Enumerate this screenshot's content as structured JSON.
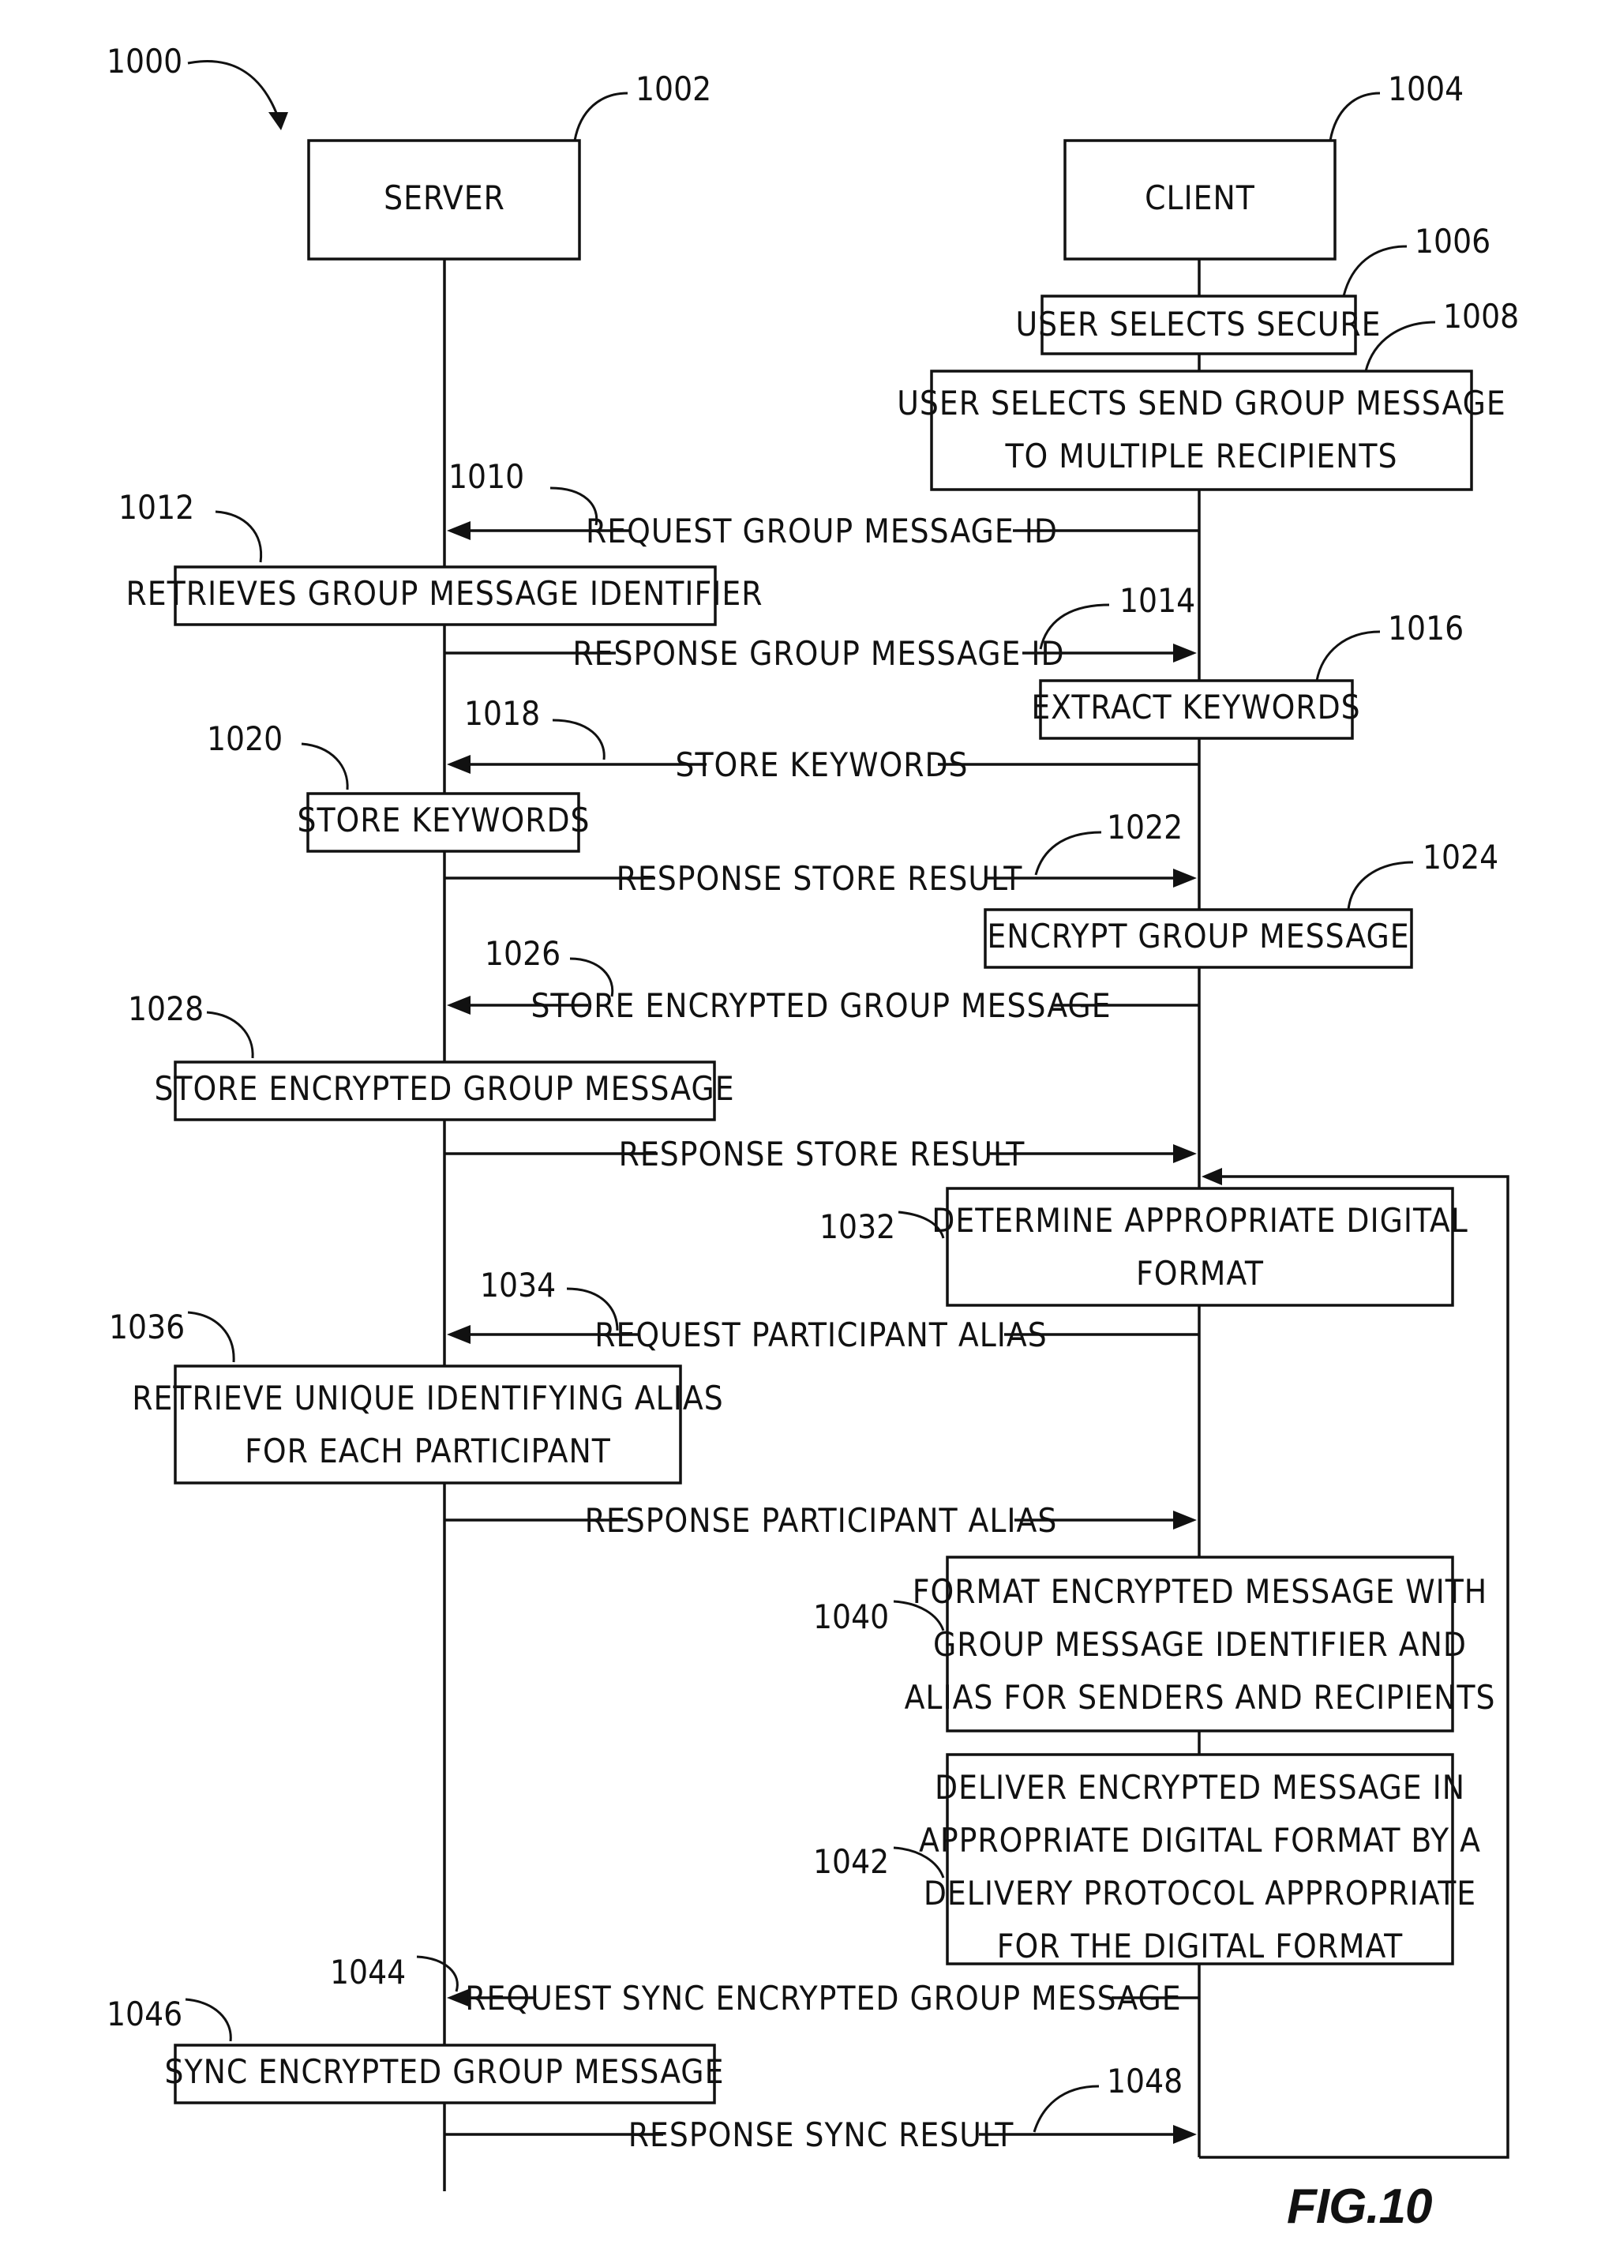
{
  "figure": {
    "number_ref": "1000",
    "caption": "FIG.10"
  },
  "lifelines": {
    "server": {
      "label": "SERVER",
      "ref": "1002"
    },
    "client": {
      "label": "CLIENT",
      "ref": "1004"
    }
  },
  "client_steps": [
    {
      "ref": "1006",
      "lines": [
        "USER SELECTS SECURE"
      ]
    },
    {
      "ref": "1008",
      "lines": [
        "USER SELECTS SEND GROUP MESSAGE",
        "TO MULTIPLE RECIPIENTS"
      ]
    },
    {
      "ref": "1016",
      "lines": [
        "EXTRACT KEYWORDS"
      ]
    },
    {
      "ref": "1024",
      "lines": [
        "ENCRYPT GROUP MESSAGE"
      ]
    },
    {
      "ref": "1032",
      "lines": [
        "DETERMINE APPROPRIATE DIGITAL",
        "FORMAT"
      ]
    },
    {
      "ref": "1040",
      "lines": [
        "FORMAT ENCRYPTED MESSAGE WITH",
        "GROUP MESSAGE IDENTIFIER AND",
        "ALIAS FOR SENDERS AND RECIPIENTS"
      ]
    },
    {
      "ref": "1042",
      "lines": [
        "DELIVER ENCRYPTED MESSAGE IN",
        "APPROPRIATE DIGITAL FORMAT BY A",
        "DELIVERY PROTOCOL APPROPRIATE",
        "FOR THE DIGITAL FORMAT"
      ]
    }
  ],
  "server_steps": [
    {
      "ref": "1012",
      "lines": [
        "RETRIEVES GROUP MESSAGE IDENTIFIER"
      ]
    },
    {
      "ref": "1020",
      "lines": [
        "STORE KEYWORDS"
      ]
    },
    {
      "ref": "1028",
      "lines": [
        "STORE ENCRYPTED GROUP MESSAGE"
      ]
    },
    {
      "ref": "1036",
      "lines": [
        "RETRIEVE UNIQUE IDENTIFYING ALIAS",
        "FOR EACH PARTICIPANT"
      ]
    },
    {
      "ref": "1046",
      "lines": [
        "SYNC ENCRYPTED GROUP MESSAGE"
      ]
    }
  ],
  "messages": [
    {
      "ref": "1010",
      "label": "REQUEST GROUP MESSAGE ID",
      "direction": "client-to-server"
    },
    {
      "ref": "1014",
      "label": "RESPONSE GROUP MESSAGE ID",
      "direction": "server-to-client"
    },
    {
      "ref": "1018",
      "label": "STORE KEYWORDS",
      "direction": "client-to-server"
    },
    {
      "ref": "1022",
      "label": "RESPONSE STORE RESULT",
      "direction": "server-to-client"
    },
    {
      "ref": "1026",
      "label": "STORE ENCRYPTED GROUP MESSAGE",
      "direction": "client-to-server"
    },
    {
      "ref": "",
      "label": "RESPONSE STORE RESULT",
      "direction": "server-to-client"
    },
    {
      "ref": "1034",
      "label": "REQUEST PARTICIPANT ALIAS",
      "direction": "client-to-server"
    },
    {
      "ref": "",
      "label": "RESPONSE PARTICIPANT ALIAS",
      "direction": "server-to-client"
    },
    {
      "ref": "1044",
      "label": "REQUEST SYNC ENCRYPTED GROUP MESSAGE",
      "direction": "client-to-server"
    },
    {
      "ref": "1048",
      "label": "RESPONSE SYNC RESULT",
      "direction": "server-to-client"
    }
  ]
}
